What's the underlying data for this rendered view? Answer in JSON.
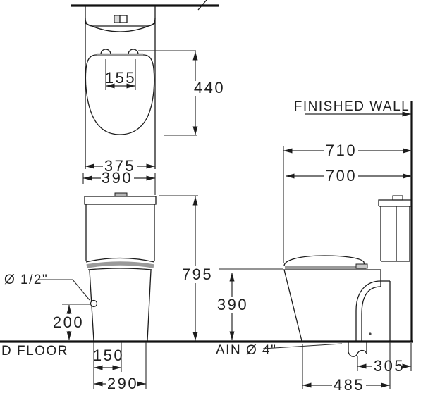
{
  "drawing": {
    "type": "toilet installation technical drawing",
    "views": [
      "plan",
      "front elevation",
      "side elevation"
    ]
  },
  "labels": {
    "finished_wall": "FINISHED WALL",
    "finished_floor_partial": "D FLOOR",
    "drain_partial": "AIN Ø 4\"",
    "inlet_size": "Ø 1/2\""
  },
  "dims": {
    "plan_hinge_spacing": "155",
    "plan_seat_length": "440",
    "plan_overall_width": "375",
    "front_tank_width": "390",
    "front_overall_height": "795",
    "front_inlet_height": "200",
    "front_base_offset": "150",
    "front_base_width": "290",
    "side_overall_depth": "710",
    "side_bowl_depth": "700",
    "side_seat_height": "390",
    "side_drain_to_wall": "305",
    "side_base_depth": "485"
  },
  "colors": {
    "line": "#1c1c1c",
    "heavy_line": "#111111",
    "shading_gray": "#9a9a9a",
    "background": "#ffffff"
  }
}
